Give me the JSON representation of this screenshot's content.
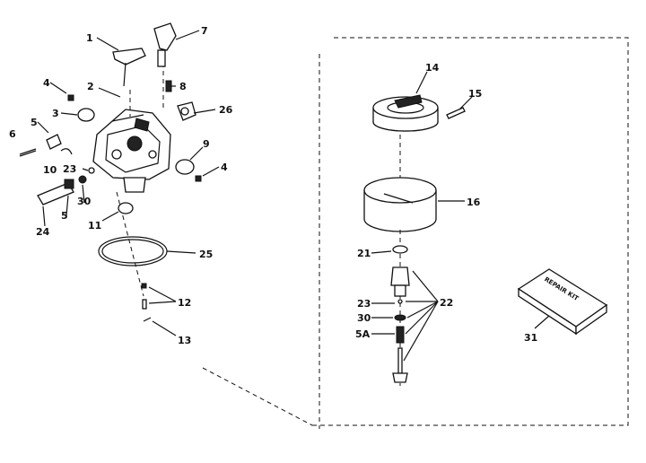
{
  "callouts": {
    "c1": "1",
    "c2": "2",
    "c3": "3",
    "c4a": "4",
    "c4b": "4",
    "c5a": "5",
    "c5b": "5",
    "c5A": "5A",
    "c6": "6",
    "c7": "7",
    "c8": "8",
    "c9": "9",
    "c10": "10",
    "c11": "11",
    "c12": "12",
    "c13": "13",
    "c14": "14",
    "c15": "15",
    "c16": "16",
    "c21": "21",
    "c22": "22",
    "c23a": "23",
    "c23b": "23",
    "c24": "24",
    "c25": "25",
    "c26": "26",
    "c30a": "30",
    "c30b": "30",
    "c31": "31"
  },
  "kit_label": "REPAIR KIT"
}
